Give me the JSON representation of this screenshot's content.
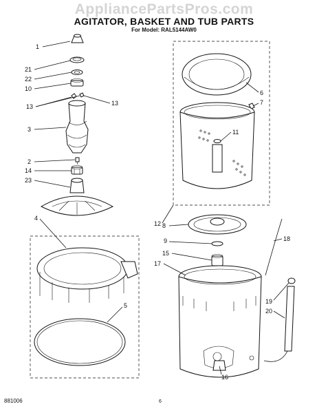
{
  "watermark": "AppliancePartsPros.com",
  "header": {
    "title": "AGITATOR, BASKET AND TUB PARTS",
    "model": "For Model: RAL5144AW0"
  },
  "footer": {
    "code": "881006",
    "page": "6"
  },
  "callouts": {
    "c1": "1",
    "c21": "21",
    "c22": "22",
    "c10": "10",
    "c13a": "13",
    "c13b": "13",
    "c3": "3",
    "c2": "2",
    "c14": "14",
    "c23": "23",
    "c4": "4",
    "c5": "5",
    "c6": "6",
    "c7": "7",
    "c11": "11",
    "c12": "12",
    "c8": "8",
    "c9": "9",
    "c15": "15",
    "c17": "17",
    "c18": "18",
    "c19": "19",
    "c20": "20",
    "c16": "16"
  }
}
